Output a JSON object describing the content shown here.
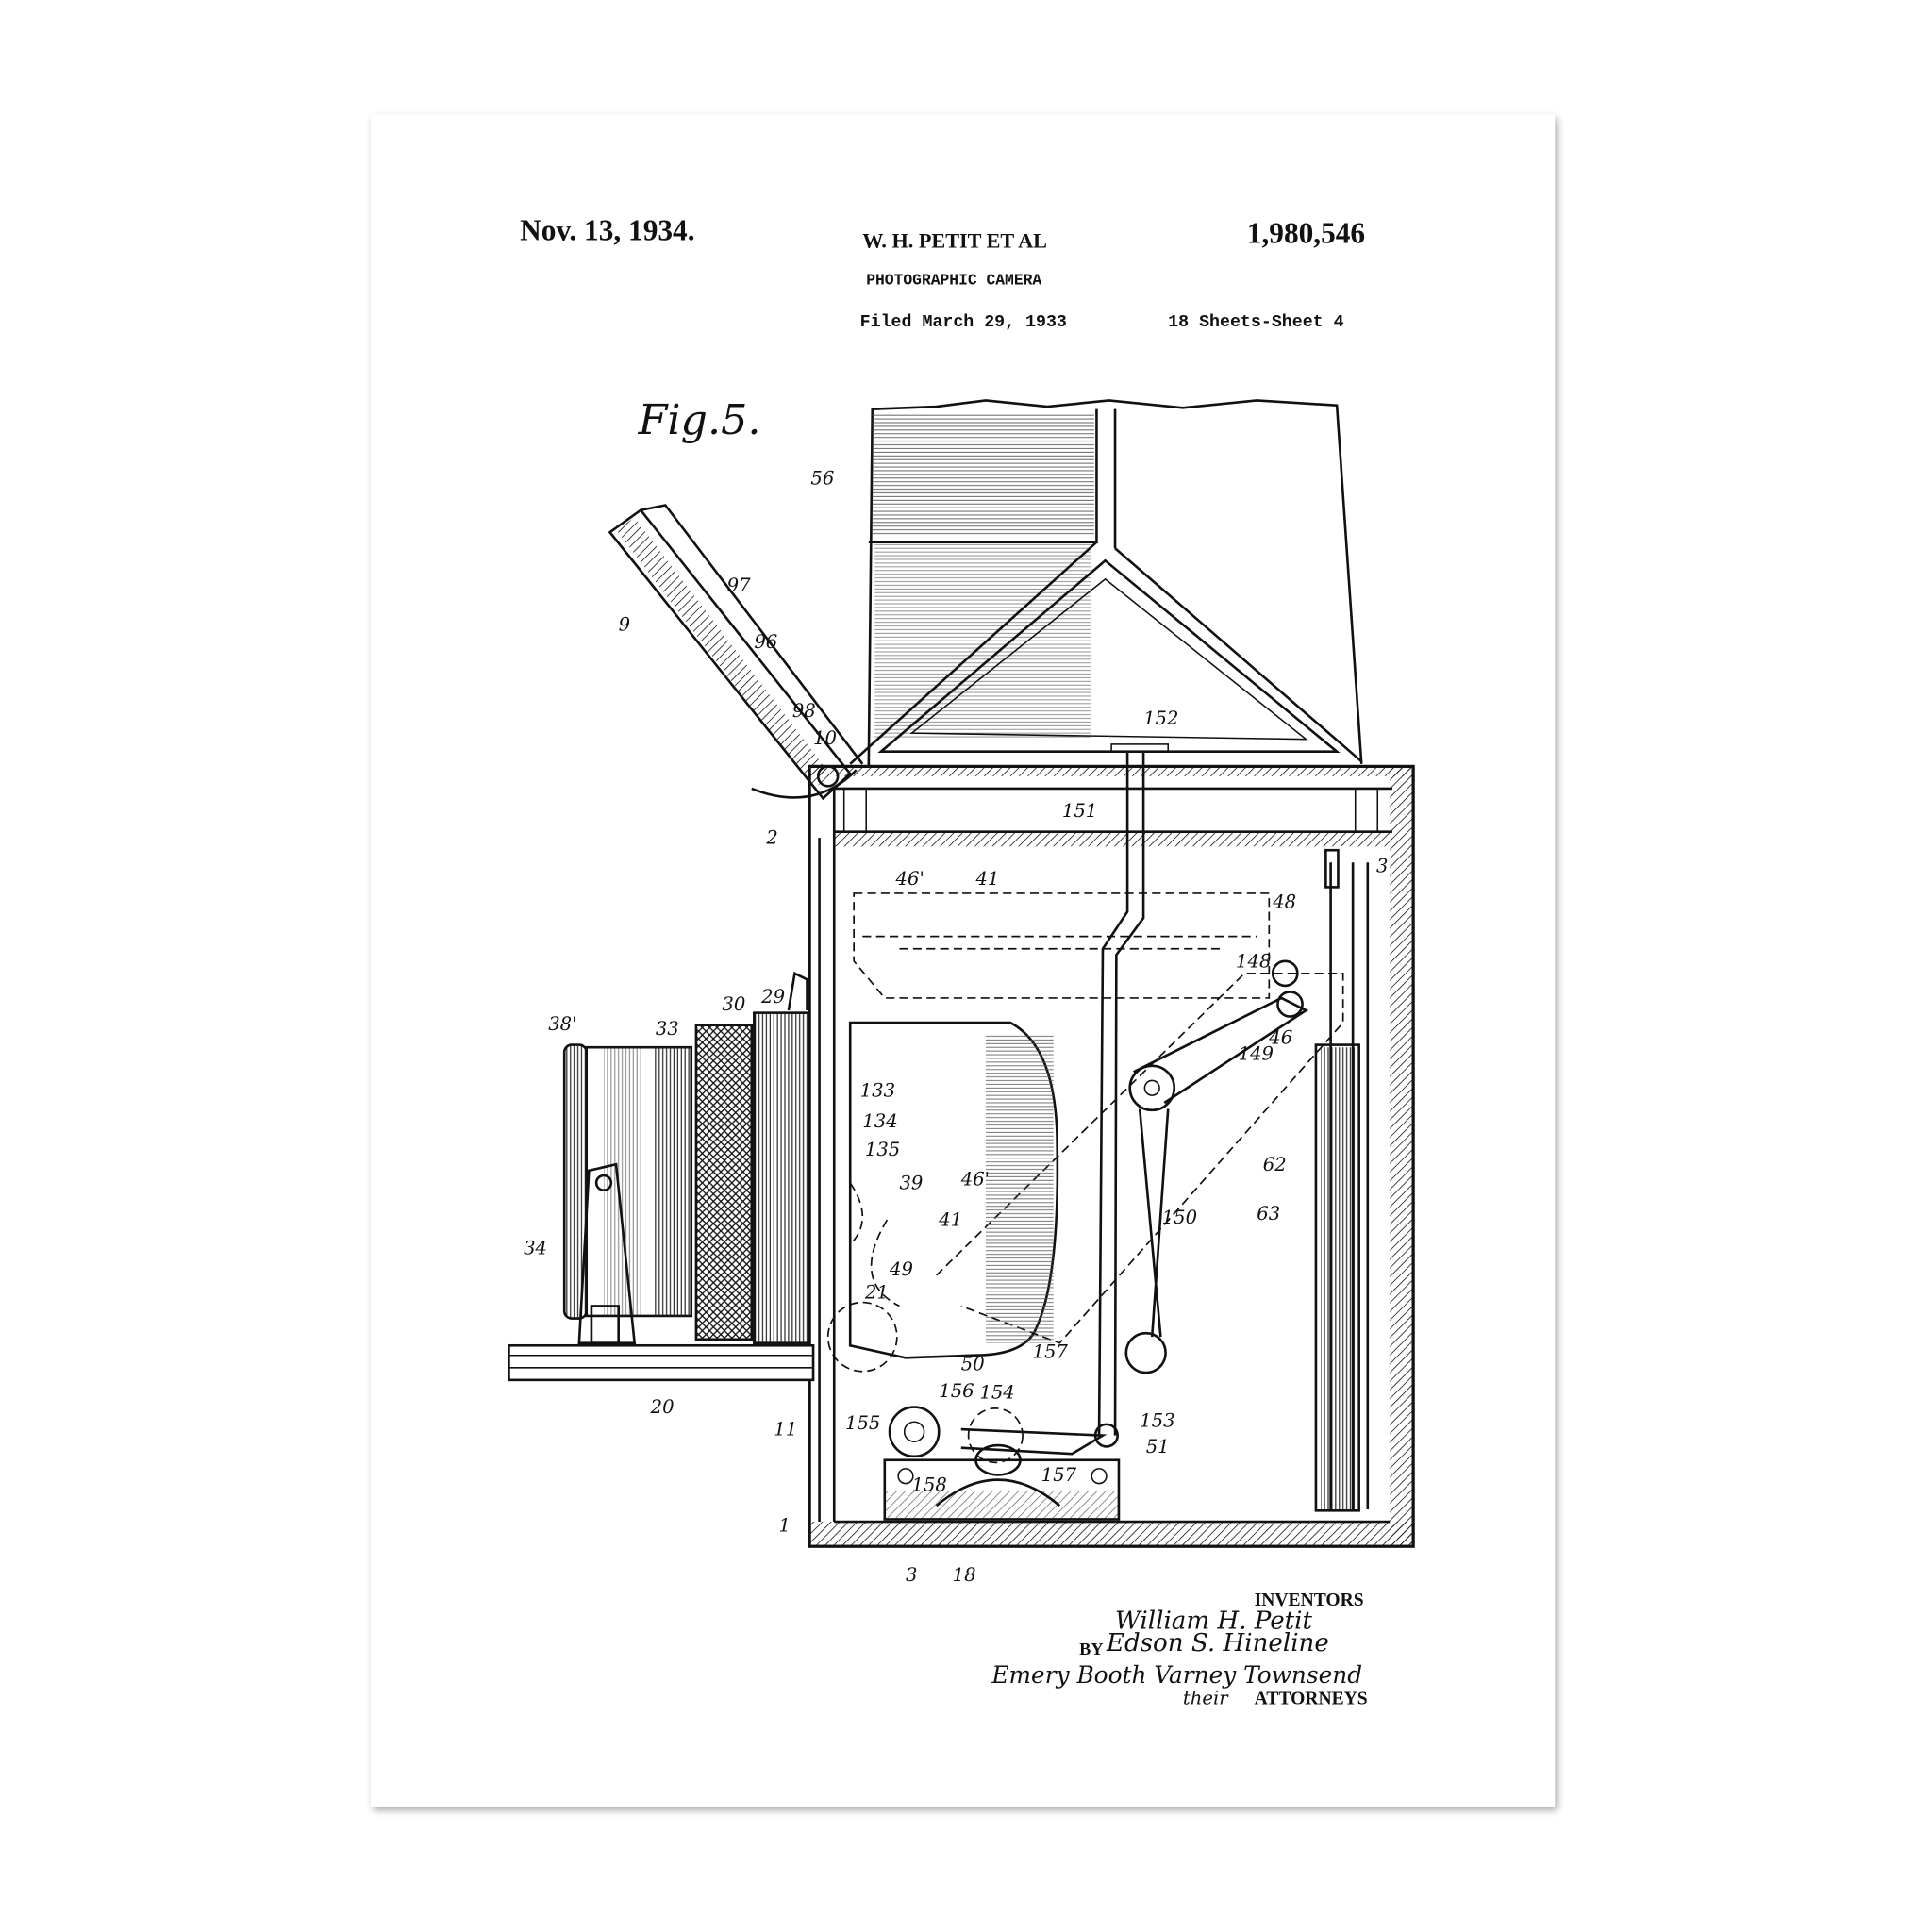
{
  "header": {
    "date": "Nov. 13, 1934.",
    "inventor": "W. H. PETIT ET AL",
    "patent_number": "1,980,546",
    "title": "PHOTOGRAPHIC CAMERA",
    "filed": "Filed March 29, 1933",
    "sheets": "18 Sheets-Sheet 4"
  },
  "drawing": {
    "figure_label": "Fig.5.",
    "labels": [
      "56",
      "97",
      "9",
      "96",
      "98",
      "10",
      "152",
      "151",
      "2",
      "46'",
      "41",
      "48",
      "3",
      "148",
      "149",
      "46",
      "38'",
      "33",
      "30",
      "29",
      "133",
      "134",
      "135",
      "39",
      "46'",
      "41",
      "62",
      "63",
      "150",
      "34",
      "49",
      "21",
      "50",
      "157",
      "20",
      "11",
      "155",
      "156",
      "154",
      "153",
      "51",
      "158",
      "157",
      "1",
      "3",
      "18"
    ]
  },
  "signature": {
    "inventors_heading": "INVENTORS",
    "inventor1": "William H. Petit",
    "by": "BY",
    "inventor2": "Edson S. Hineline",
    "attorney_signature": "Emery Booth Varney Townsend",
    "their": "their",
    "attorneys_heading": "ATTORNEYS"
  }
}
